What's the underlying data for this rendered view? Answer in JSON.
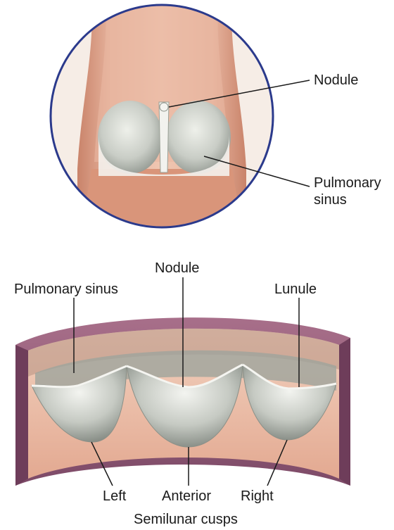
{
  "top_view": {
    "labels": {
      "nodule": "Nodule",
      "pulmonary_sinus_line1": "Pulmonary",
      "pulmonary_sinus_line2": "sinus"
    }
  },
  "bottom_view": {
    "labels": {
      "nodule": "Nodule",
      "pulmonary_sinus": "Pulmonary sinus",
      "lunule": "Lunule",
      "left": "Left",
      "anterior": "Anterior",
      "right": "Right"
    },
    "caption": "Semilunar cusps"
  },
  "colors": {
    "circle_border": "#2b3a8c",
    "vessel_wall": "#d79a80",
    "cusp": "#c8ccc6",
    "wall_purple": "#8a5a7a"
  }
}
